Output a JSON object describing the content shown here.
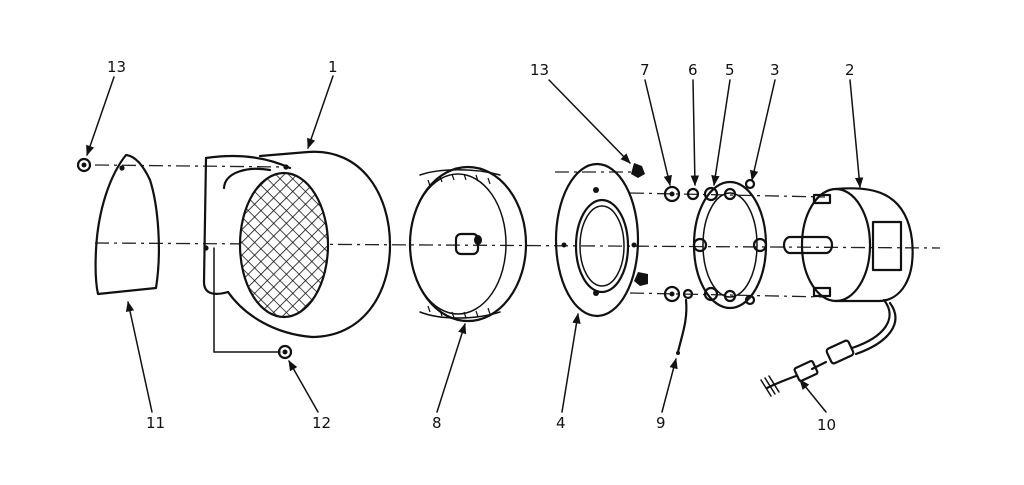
{
  "callouts": [
    {
      "id": "c13a",
      "label": "13"
    },
    {
      "id": "c1",
      "label": "1"
    },
    {
      "id": "c13b",
      "label": "13"
    },
    {
      "id": "c7",
      "label": "7"
    },
    {
      "id": "c6",
      "label": "6"
    },
    {
      "id": "c5",
      "label": "5"
    },
    {
      "id": "c3",
      "label": "3"
    },
    {
      "id": "c2",
      "label": "2"
    },
    {
      "id": "c11",
      "label": "11"
    },
    {
      "id": "c12",
      "label": "12"
    },
    {
      "id": "c8",
      "label": "8"
    },
    {
      "id": "c4",
      "label": "4"
    },
    {
      "id": "c9",
      "label": "9"
    },
    {
      "id": "c10",
      "label": "10"
    }
  ]
}
